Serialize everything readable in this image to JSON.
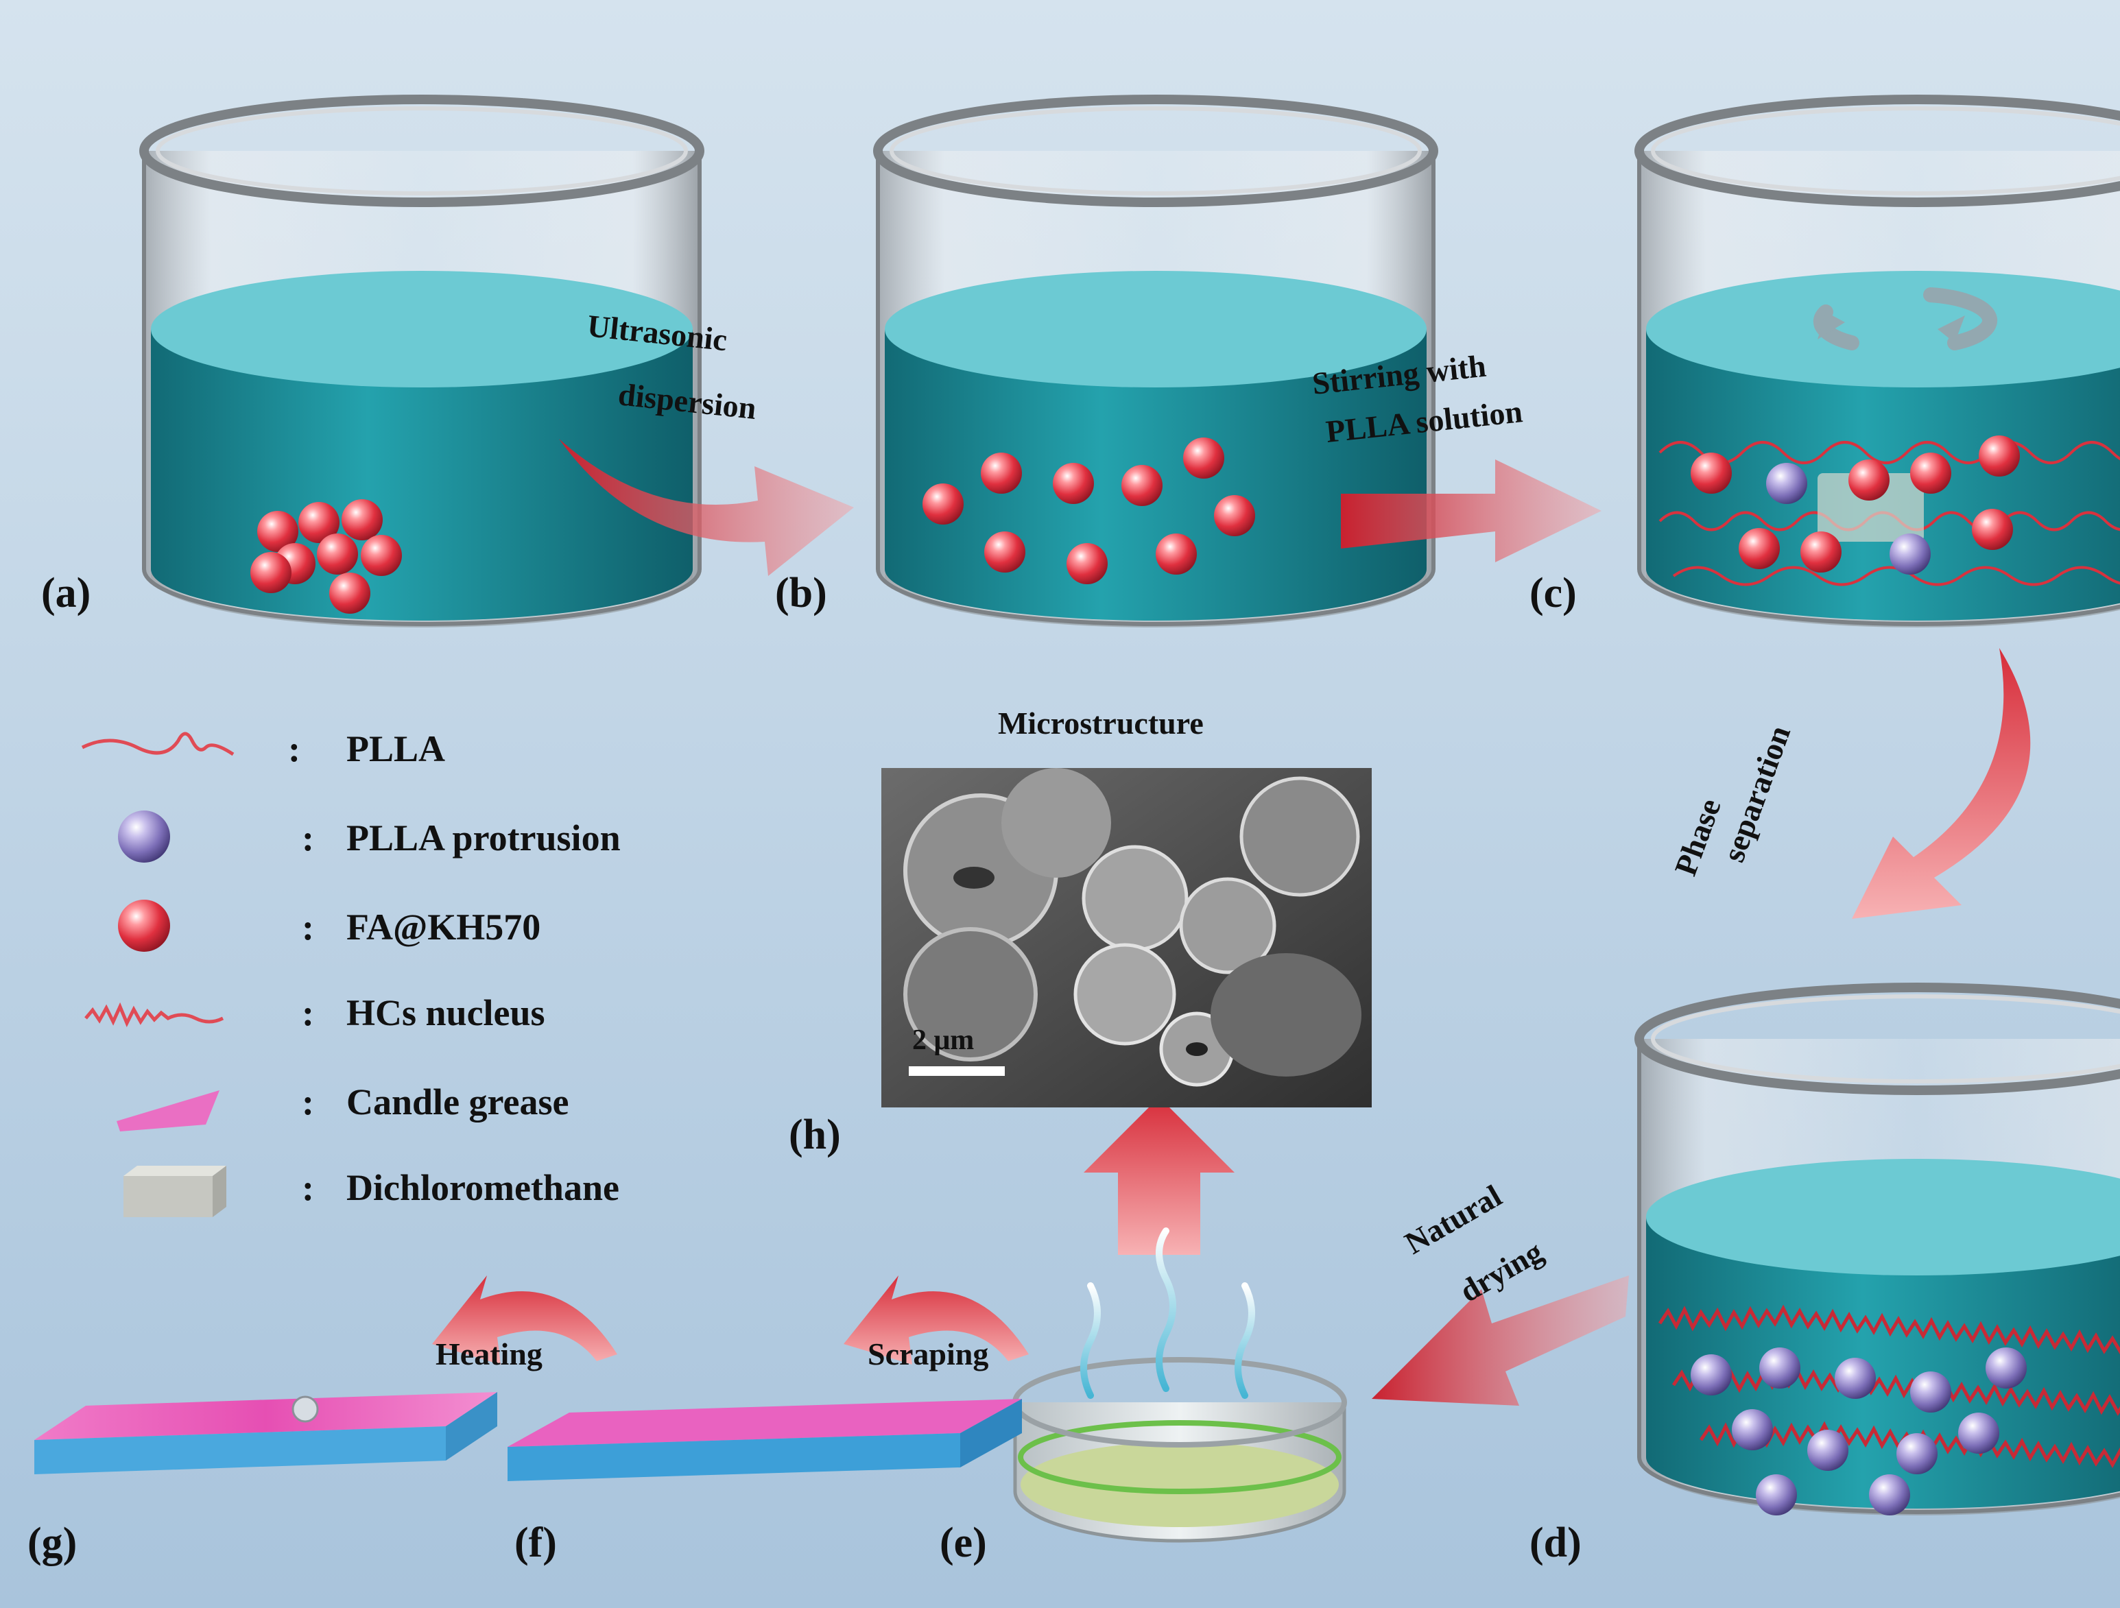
{
  "steps": {
    "ultrasonic": [
      "Ultrasonic",
      "dispersion"
    ],
    "stirring": [
      "Stirring with",
      "PLLA solution"
    ],
    "phase": [
      "Phase",
      "separation"
    ],
    "drying": [
      "Natural",
      "drying"
    ],
    "scraping": "Scraping",
    "heating": "Heating"
  },
  "panels": {
    "a": "(a)",
    "b": "(b)",
    "c": "(c)",
    "d": "(d)",
    "e": "(e)",
    "f": "(f)",
    "g": "(g)",
    "h": "(h)"
  },
  "legend": {
    "separator": ":",
    "items": [
      "PLLA",
      "PLLA protrusion",
      "FA@KH570",
      "HCs nucleus",
      "Candle grease",
      "Dichloromethane"
    ]
  },
  "micro": {
    "title": "Microstructure",
    "scale": "2 μm"
  },
  "colors": {
    "background_top": "#d5e3ee",
    "background_bottom": "#a9c4dc",
    "liquid": "#1f8e9b",
    "liquid_top": "#6ccad3",
    "particle": "#e8434f",
    "protrusion": "#8b7fc1",
    "polymer": "#d9323e",
    "arrow": "#e0505a",
    "film_pink": "#ea6fc3",
    "film_blue": "#4aa8de"
  }
}
